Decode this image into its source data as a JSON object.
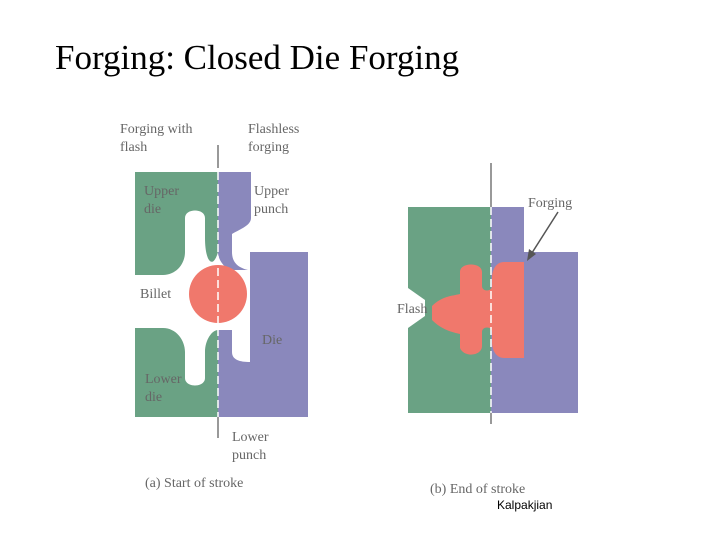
{
  "title": "Forging:  Closed Die Forging",
  "labels": {
    "forging_with_flash_1": "Forging   with",
    "forging_with_flash_2": "flash",
    "flashless_forging_1": "Flashless",
    "flashless_forging_2": "forging",
    "upper_die_1": "Upper",
    "upper_die_2": "die",
    "upper_punch_1": "Upper",
    "upper_punch_2": "punch",
    "billet": "Billet",
    "die": "Die",
    "lower_die_1": "Lower",
    "lower_die_2": "die",
    "lower_punch_1": "Lower",
    "lower_punch_2": "punch",
    "caption_a": "(a)   Start   of   stroke",
    "forging": "Forging",
    "flash": "Flash",
    "caption_b": "(b)   End   of   stroke"
  },
  "credit": "Kalpakjian",
  "colors": {
    "die_green": "#6aa284",
    "punch_purple": "#8a88bc",
    "billet_salmon": "#f0786c",
    "label_gray": "#666666"
  }
}
